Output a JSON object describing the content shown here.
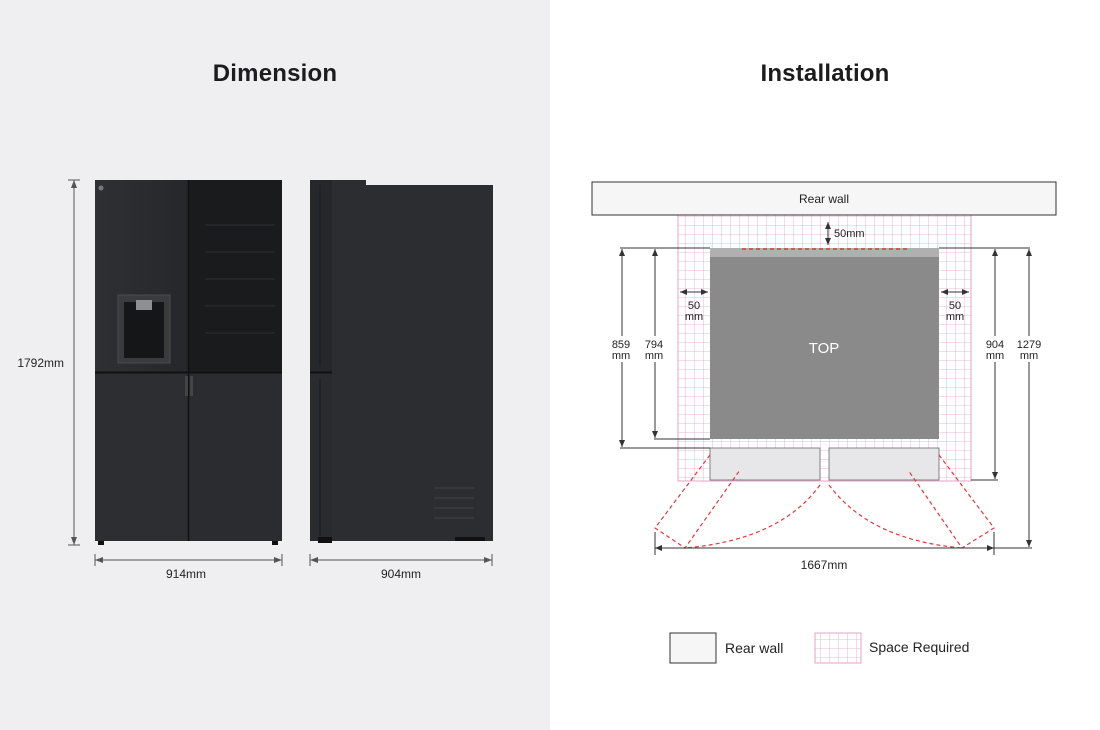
{
  "dimension": {
    "title": "Dimension",
    "height_label": "1792mm",
    "width_label": "914mm",
    "depth_label": "904mm"
  },
  "installation": {
    "title": "Installation",
    "rear_wall_label": "Rear wall",
    "top_label": "TOP",
    "gap_top": "50mm",
    "gap_left_value": "50",
    "gap_left_unit": "mm",
    "gap_right_value": "50",
    "gap_right_unit": "mm",
    "depth_859_value": "859",
    "depth_859_unit": "mm",
    "depth_794_value": "794",
    "depth_794_unit": "mm",
    "depth_904_value": "904",
    "depth_904_unit": "mm",
    "depth_1279_value": "1279",
    "depth_1279_unit": "mm",
    "total_width": "1667mm"
  },
  "legend": {
    "rear_wall": "Rear wall",
    "space_required": "Space Required"
  },
  "colors": {
    "fridge_body": "#2b2c2e",
    "fridge_top_gray": "#8a8a8a",
    "space_required": "#e6a3c4",
    "dashed_red": "#e03a3a",
    "left_background": "#efeff1"
  }
}
